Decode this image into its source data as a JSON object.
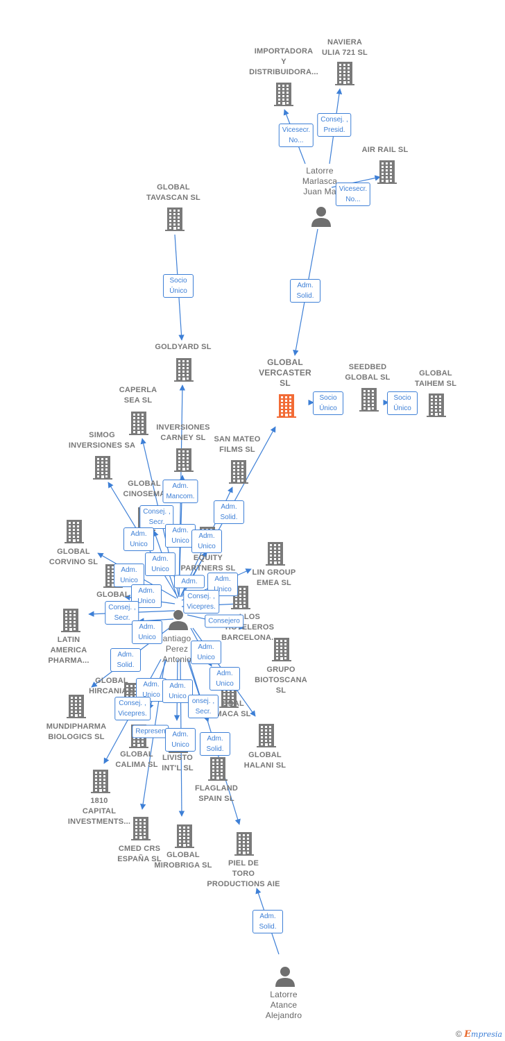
{
  "colors": {
    "edge": "#3d7fd6",
    "building": "#7a7a7a",
    "highlight": "#f26b36",
    "person": "#6f6f6f",
    "text": "#777777"
  },
  "companies": [
    {
      "id": "importadora",
      "label": "IMPORTADORA\nY\nDISTRIBUIDORA...",
      "icon": "building-icon"
    },
    {
      "id": "naviera",
      "label": "NAVIERA\nULIA 721  SL",
      "icon": "building-icon"
    },
    {
      "id": "airrail",
      "label": "AIR RAIL SL",
      "icon": "building-icon"
    },
    {
      "id": "tavascan",
      "label": "GLOBAL\nTAVASCAN  SL",
      "icon": "building-icon"
    },
    {
      "id": "goldyard",
      "label": "GOLDYARD SL",
      "icon": "building-icon"
    },
    {
      "id": "vercaster",
      "label": "GLOBAL\nVERCASTER\nSL",
      "icon": "building-icon",
      "main": true
    },
    {
      "id": "seedbed",
      "label": "SEEDBED\nGLOBAL  SL",
      "icon": "building-icon"
    },
    {
      "id": "taihem",
      "label": "GLOBAL\nTAIHEM SL",
      "icon": "building-icon"
    },
    {
      "id": "caperla",
      "label": "CAPERLA\nSEA SL",
      "icon": "building-icon"
    },
    {
      "id": "carney",
      "label": "INVERSIONES\nCARNEY SL",
      "icon": "building-icon"
    },
    {
      "id": "sanmateo",
      "label": "SAN MATEO\nFILMS SL",
      "icon": "building-icon"
    },
    {
      "id": "simog",
      "label": "SIMOG\nINVERSIONES SA",
      "icon": "building-icon"
    },
    {
      "id": "cinosema",
      "label": "GLOBAL\nCINOSEMA",
      "icon": "building-icon"
    },
    {
      "id": "corvino",
      "label": "GLOBAL\nCORVINO SL",
      "icon": "building-icon"
    },
    {
      "id": "equity",
      "label": "EQUITY\nPARTNERS  SL",
      "icon": "building-icon"
    },
    {
      "id": "lingroup",
      "label": "LIN GROUP\nEMEA  SL",
      "icon": "building-icon"
    },
    {
      "id": "nid",
      "label": "GLOBAL\nNID",
      "icon": "building-icon"
    },
    {
      "id": "hoteleros",
      "label": "LLOS\nHOTELEROS\nBARCELONA...",
      "icon": "building-icon"
    },
    {
      "id": "latin",
      "label": "LATIN\nAMERICA\nPHARMA...",
      "icon": "building-icon"
    },
    {
      "id": "biotoscana",
      "label": "GRUPO\nBIOTOSCANA\nSL",
      "icon": "building-icon"
    },
    {
      "id": "hircania",
      "label": "GLOBAL\nHIRCANIA  S",
      "icon": "building-icon"
    },
    {
      "id": "farmaca",
      "label": "OBAL\nMACA SL",
      "icon": "building-icon"
    },
    {
      "id": "mundipharma",
      "label": "MUNDIPHARMA\nBIOLOGICS  SL",
      "icon": "building-icon"
    },
    {
      "id": "calima",
      "label": "GLOBAL\nCALIMA SL",
      "icon": "building-icon"
    },
    {
      "id": "livisto",
      "label": "LIVISTO\nINT'L  SL",
      "icon": "building-icon"
    },
    {
      "id": "halani",
      "label": "GLOBAL\nHALANI  SL",
      "icon": "building-icon"
    },
    {
      "id": "flagland",
      "label": "FLAGLAND\nSPAIN SL",
      "icon": "building-icon"
    },
    {
      "id": "capital1810",
      "label": "1810\nCAPITAL\nINVESTMENTS...",
      "icon": "building-icon"
    },
    {
      "id": "cmed",
      "label": "CMED CRS\nESPAÑA  SL",
      "icon": "building-icon"
    },
    {
      "id": "mirobriga",
      "label": "GLOBAL\nMIROBRIGA SL",
      "icon": "building-icon"
    },
    {
      "id": "pieldetoro",
      "label": "PIEL DE\nTORO\nPRODUCTIONS AIE",
      "icon": "building-icon"
    }
  ],
  "people": [
    {
      "id": "marlasca",
      "label": "Latorre\nMarlasca\nJuan Ma",
      "icon": "person-icon"
    },
    {
      "id": "santiago",
      "label": "antiago\nPerez\nAntonio",
      "icon": "person-icon"
    },
    {
      "id": "atance",
      "label": "Latorre\nAtance\nAlejandro",
      "icon": "person-icon"
    }
  ],
  "edge_labels": [
    "Vicesecr.\nNo...",
    "Consej. ,\nPresid.",
    "Vicesecr.\nNo...",
    "Adm.\nSolid.",
    "Socio\nÚnico",
    "Socio\nÚnico",
    "Socio\nÚnico",
    "Adm.\nMancom.",
    "Adm.\nSolid.",
    "Consej. ,\nSecr.",
    "Adm.\nUnico",
    "Adm.\nUnico",
    "Adm.\nUnico",
    "Adm.\nUnico",
    "Adm.\nUnico",
    "Adm.",
    "Adm.\nUnico",
    "Adm.\nUnico",
    "Consej. ,\nVicepres.",
    "Consej. ,\nSecr.",
    "Consejero",
    "Adm.\nUnico",
    "Adm.\nSolid.",
    "Adm.\nUnico",
    "Adm.\nUnico",
    "Adm.\nUnico",
    "Adm.\nUnico",
    "Consej. ,\nVicepres.",
    "onsej. ,\nSecr.",
    "Represen",
    "Adm.\nUnico",
    "Adm.\nSolid.",
    "Adm.\nSolid."
  ],
  "footer": {
    "copyright": "©",
    "brand_initial": "E",
    "brand_rest": "mpresia"
  }
}
